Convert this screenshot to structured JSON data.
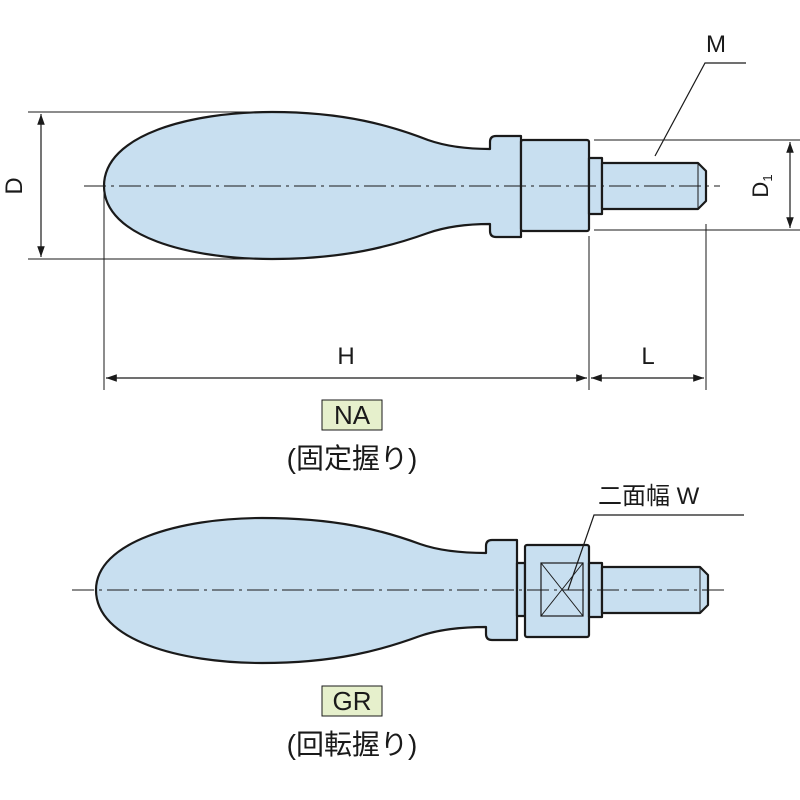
{
  "figure": {
    "variants": [
      {
        "code": "NA",
        "caption": "(固定握り)"
      },
      {
        "code": "GR",
        "caption": "(回転握り)"
      }
    ],
    "dimensions": {
      "D": "D",
      "D1_base": "D",
      "D1_sub": "1",
      "H": "H",
      "L": "L",
      "M": "M",
      "W": "二面幅 W"
    },
    "colors": {
      "part_fill": "#c8dff0",
      "label_box": "#e6f0cc",
      "line": "#1a1a1a"
    }
  }
}
